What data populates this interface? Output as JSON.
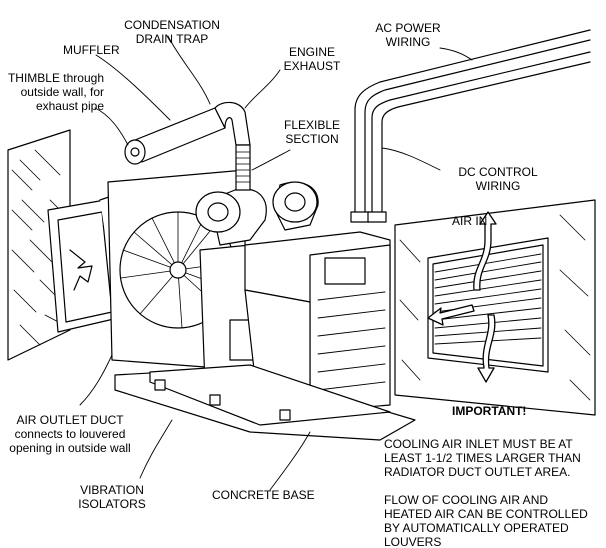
{
  "labels": {
    "condensation_drain_trap": [
      "CONDENSATION",
      "DRAIN TRAP"
    ],
    "muffler": "MUFFLER",
    "engine_exhaust": [
      "ENGINE",
      "EXHAUST"
    ],
    "ac_power_wiring": [
      "AC POWER",
      "WIRING"
    ],
    "thimble": [
      "THIMBLE through",
      "outside wall, for",
      "exhaust pipe"
    ],
    "flexible_section": [
      "FLEXIBLE",
      "SECTION"
    ],
    "dc_control_wiring": [
      "DC CONTROL",
      "WIRING"
    ],
    "air_in": "AIR IN",
    "air_outlet_duct": [
      "AIR OUTLET DUCT",
      "connects to louvered",
      "opening in outside wall"
    ],
    "important": "IMPORTANT!",
    "cooling_air_note": [
      "COOLING AIR INLET MUST BE AT",
      "LEAST 1-1/2 TIMES LARGER THAN",
      "RADIATOR DUCT OUTLET AREA."
    ],
    "flow_note": [
      "FLOW OF COOLING AIR AND",
      "HEATED AIR CAN BE CONTROLLED",
      "BY AUTOMATICALLY OPERATED",
      "LOUVERS"
    ],
    "vibration_isolators": [
      "VIBRATION",
      "ISOLATORS"
    ],
    "concrete_base": "CONCRETE BASE"
  },
  "colors": {
    "ink": "#000000",
    "paper": "#ffffff"
  }
}
